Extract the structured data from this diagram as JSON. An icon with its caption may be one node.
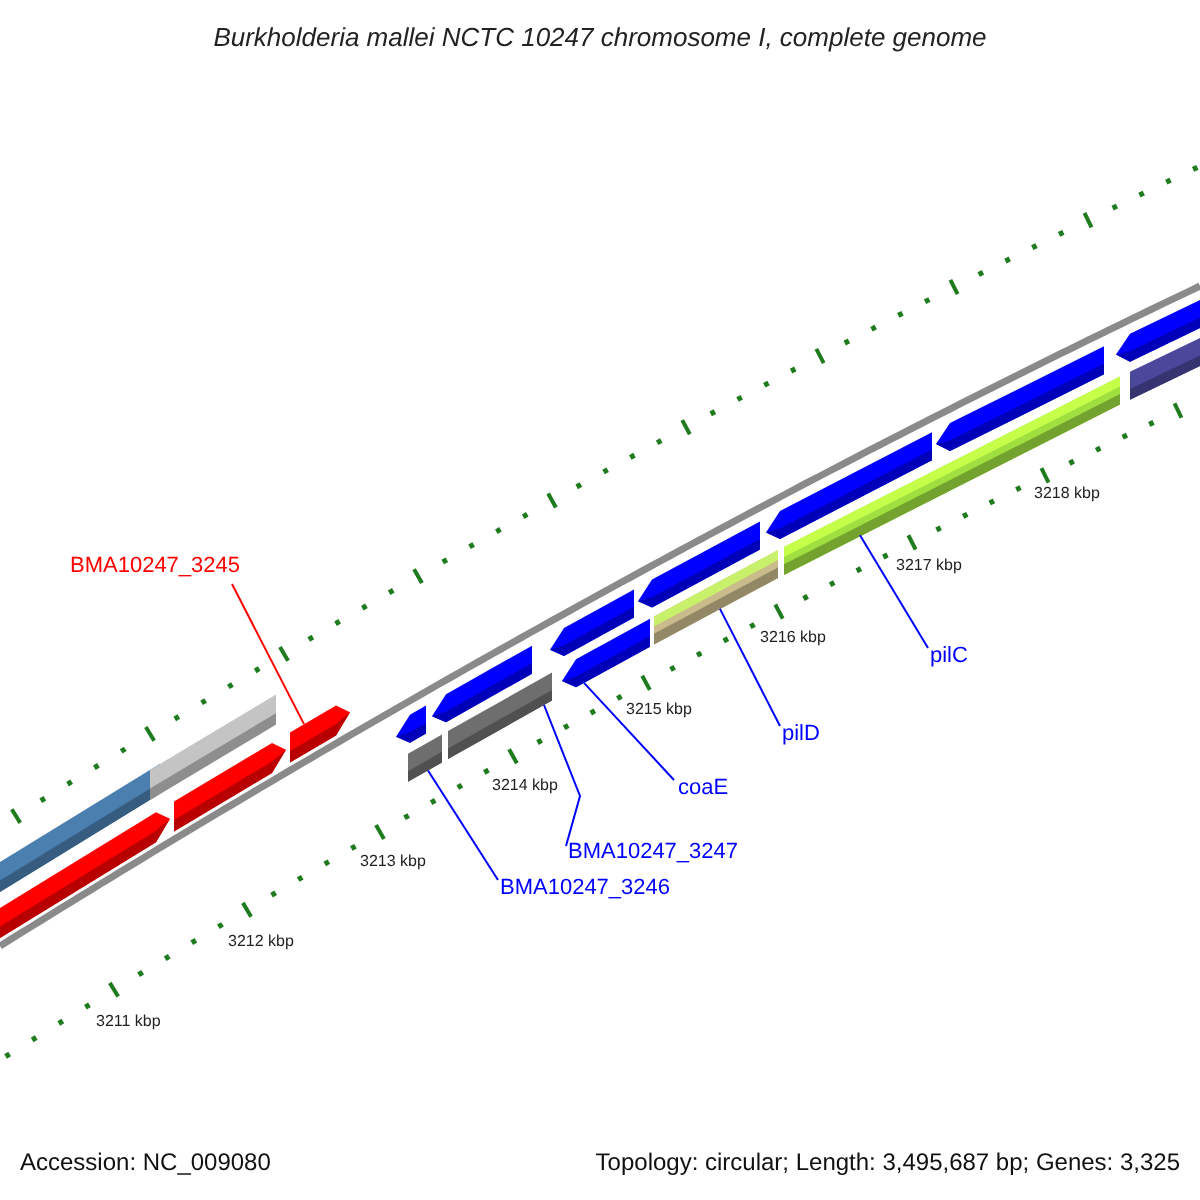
{
  "diagram": {
    "title": "Burkholderia mallei NCTC 10247 chromosome I, complete genome",
    "nodes": [
      {
        "text": [
          "BMA10247_3245"
        ]
      },
      {
        "text": [
          "pilC"
        ]
      },
      {
        "text": [
          "pilD"
        ]
      },
      {
        "text": [
          "coaE"
        ]
      },
      {
        "text": [
          "BMA10247_3247"
        ]
      },
      {
        "text": [
          "BMA10247_3246"
        ]
      },
      {
        "text": [],
        "shape": "bar"
      },
      {
        "text": [],
        "shape": "bar"
      },
      {
        "text": [],
        "shape": "bar"
      },
      {
        "text": [],
        "shape": "bar"
      },
      {
        "text": [],
        "shape": "bar"
      },
      {
        "text": [],
        "shape": "bar"
      },
      {
        "text": [],
        "shape": "bar"
      },
      {
        "text": [],
        "shape": "bar"
      },
      {
        "text": [],
        "shape": "bar"
      },
      {
        "text": [],
        "shape": "bar"
      },
      {
        "text": [],
        "shape": "bar"
      },
      {
        "text": [],
        "shape": "bar"
      },
      {
        "text": [],
        "shape": "bar"
      },
      {
        "text": [],
        "shape": "bar"
      },
      {
        "text": [],
        "shape": "bar"
      },
      {
        "text": [],
        "shape": "bar"
      },
      {
        "text": [],
        "shape": "bar"
      },
      {
        "text": [],
        "shape": "bar"
      }
    ],
    "edges": [
      {
        "from": 0,
        "to": 10,
        "arrow": "none",
        "color": "#ff0000"
      },
      {
        "from": 1,
        "to": 20,
        "arrow": "none"
      },
      {
        "from": 2,
        "to": 18,
        "arrow": "none"
      },
      {
        "from": 3,
        "to": 16,
        "arrow": "none"
      },
      {
        "from": 4,
        "to": 14,
        "arrow": "none"
      },
      {
        "from": 5,
        "to": 12,
        "arrow": "none"
      }
    ],
    "labels": [
      "3218 kbp",
      "3217 kbp",
      "3216 kbp",
      "3215 kbp",
      "3214 kbp",
      "3213 kbp",
      "3212 kbp",
      "3211 kbp",
      "Accession: NC_009080",
      "Topology: circular; Length: 3,495,687 bp; Genes: 3,325"
    ]
  }
}
